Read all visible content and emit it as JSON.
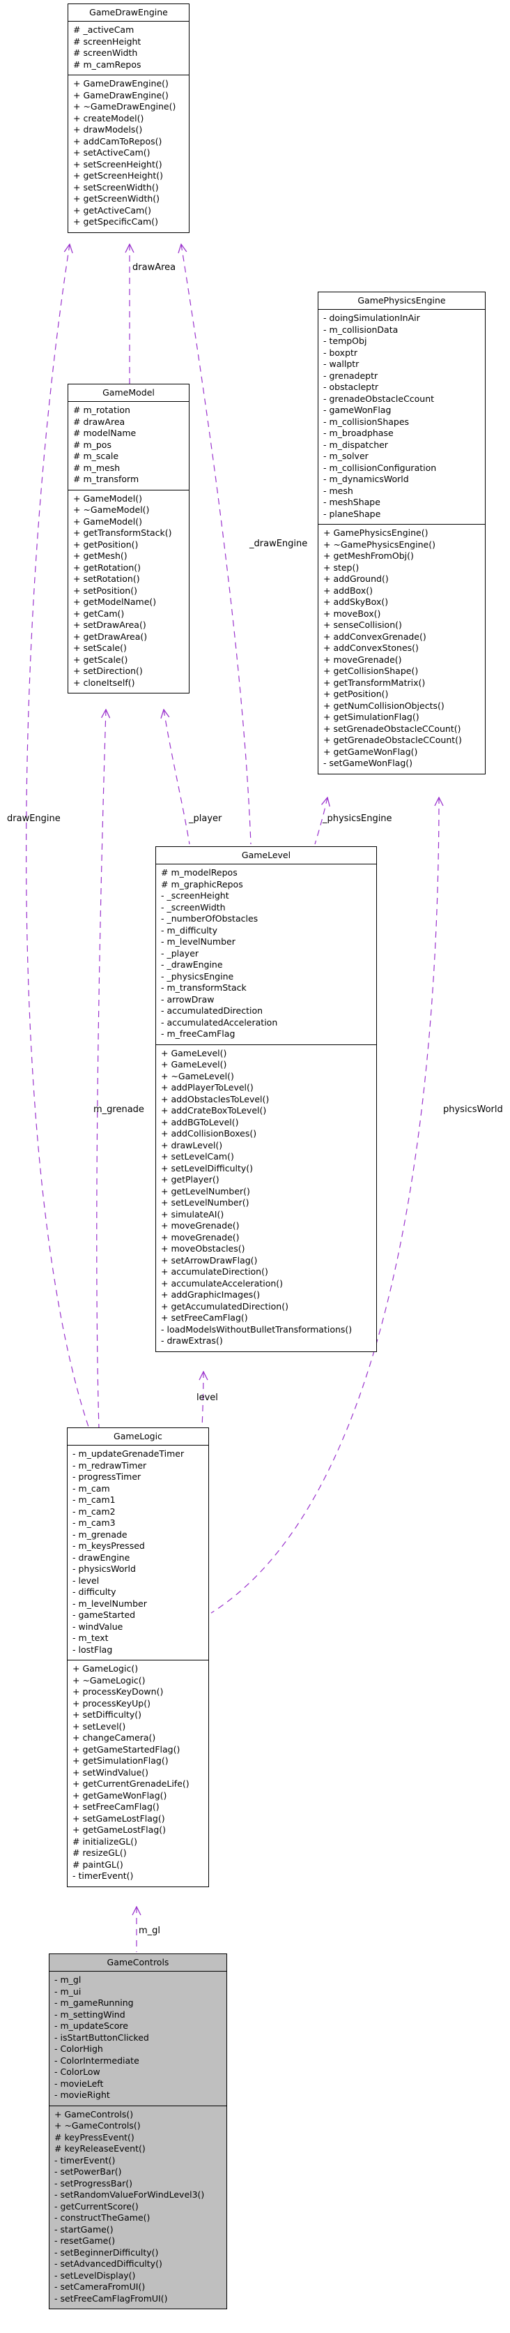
{
  "classes": {
    "GameDrawEngine": {
      "name": "GameDrawEngine",
      "attributes": [
        "# _activeCam",
        "# screenHeight",
        "# screenWidth",
        "# m_camRepos"
      ],
      "operations": [
        "+ GameDrawEngine()",
        "+ GameDrawEngine()",
        "+ ~GameDrawEngine()",
        "+ createModel()",
        "+ drawModels()",
        "+ addCamToRepos()",
        "+ setActiveCam()",
        "+ setScreenHeight()",
        "+ getScreenHeight()",
        "+ setScreenWidth()",
        "+ getScreenWidth()",
        "+ getActiveCam()",
        "+ getSpecificCam()"
      ]
    },
    "GameModel": {
      "name": "GameModel",
      "attributes": [
        "# m_rotation",
        "# drawArea",
        "# modelName",
        "# m_pos",
        "# m_scale",
        "# m_mesh",
        "# m_transform"
      ],
      "operations": [
        "+ GameModel()",
        "+ ~GameModel()",
        "+ GameModel()",
        "+ getTransformStack()",
        "+ getPosition()",
        "+ getMesh()",
        "+ getRotation()",
        "+ setRotation()",
        "+ setPosition()",
        "+ getModelName()",
        "+ getCam()",
        "+ setDrawArea()",
        "+ getDrawArea()",
        "+ setScale()",
        "+ getScale()",
        "+ setDirection()",
        "+ cloneItself()"
      ]
    },
    "GamePhysicsEngine": {
      "name": "GamePhysicsEngine",
      "attributes": [
        "- doingSimulationInAir",
        "- m_collisionData",
        "- tempObj",
        "- boxptr",
        "- wallptr",
        "- grenadeptr",
        "- obstacleptr",
        "- grenadeObstacleCcount",
        "- gameWonFlag",
        "- m_collisionShapes",
        "- m_broadphase",
        "- m_dispatcher",
        "- m_solver",
        "- m_collisionConfiguration",
        "- m_dynamicsWorld",
        "- mesh",
        "- meshShape",
        "- planeShape"
      ],
      "operations": [
        "+ GamePhysicsEngine()",
        "+ ~GamePhysicsEngine()",
        "+ getMeshFromObj()",
        "+ step()",
        "+ addGround()",
        "+ addBox()",
        "+ addSkyBox()",
        "+ moveBox()",
        "+ senseCollision()",
        "+ addConvexGrenade()",
        "+ addConvexStones()",
        "+ moveGrenade()",
        "+ getCollisionShape()",
        "+ getTransformMatrix()",
        "+ getPosition()",
        "+ getNumCollisionObjects()",
        "+ getSimulationFlag()",
        "+ setGrenadeObstacleCCount()",
        "+ getGrenadeObstacleCCount()",
        "+ getGameWonFlag()",
        "- setGameWonFlag()"
      ]
    },
    "GameLevel": {
      "name": "GameLevel",
      "attributes": [
        "# m_modelRepos",
        "# m_graphicRepos",
        "- _screenHeight",
        "- _screenWidth",
        "- _numberOfObstacles",
        "- m_difficulty",
        "- m_levelNumber",
        "- _player",
        "- _drawEngine",
        "- _physicsEngine",
        "- m_transformStack",
        "- arrowDraw",
        "- accumulatedDirection",
        "- accumulatedAcceleration",
        "- m_freeCamFlag"
      ],
      "operations": [
        "+ GameLevel()",
        "+ GameLevel()",
        "+ ~GameLevel()",
        "+ addPlayerToLevel()",
        "+ addObstaclesToLevel()",
        "+ addCrateBoxToLevel()",
        "+ addBGToLevel()",
        "+ addCollisionBoxes()",
        "+ drawLevel()",
        "+ setLevelCam()",
        "+ setLevelDifficulty()",
        "+ getPlayer()",
        "+ getLevelNumber()",
        "+ setLevelNumber()",
        "+ simulateAI()",
        "+ moveGrenade()",
        "+ moveGrenade()",
        "+ moveObstacles()",
        "+ setArrowDrawFlag()",
        "+ accumulateDirection()",
        "+ accumulateAcceleration()",
        "+ addGraphicImages()",
        "+ getAccumulatedDirection()",
        "+ setFreeCamFlag()",
        "- loadModelsWithoutBulletTransformations()",
        "- drawExtras()"
      ]
    },
    "GameLogic": {
      "name": "GameLogic",
      "attributes": [
        "- m_updateGrenadeTimer",
        "- m_redrawTimer",
        "- progressTimer",
        "- m_cam",
        "- m_cam1",
        "- m_cam2",
        "- m_cam3",
        "- m_grenade",
        "- m_keysPressed",
        "- drawEngine",
        "- physicsWorld",
        "- level",
        "- difficulty",
        "- m_levelNumber",
        "- gameStarted",
        "- windValue",
        "- m_text",
        "- lostFlag"
      ],
      "operations": [
        "+ GameLogic()",
        "+ ~GameLogic()",
        "+ processKeyDown()",
        "+ processKeyUp()",
        "+ setDifficulty()",
        "+ setLevel()",
        "+ changeCamera()",
        "+ getGameStartedFlag()",
        "+ getSimulationFlag()",
        "+ setWindValue()",
        "+ getCurrentGrenadeLife()",
        "+ getGameWonFlag()",
        "+ setFreeCamFlag()",
        "+ setGameLostFlag()",
        "+ getGameLostFlag()",
        "# initializeGL()",
        "# resizeGL()",
        "# paintGL()",
        "- timerEvent()"
      ]
    },
    "GameControls": {
      "name": "GameControls",
      "attributes": [
        "- m_gl",
        "- m_ui",
        "- m_gameRunning",
        "- m_settingWind",
        "- m_updateScore",
        "- isStartButtonClicked",
        "- ColorHigh",
        "- ColorIntermediate",
        "- ColorLow",
        "- movieLeft",
        "- movieRight"
      ],
      "operations": [
        "+ GameControls()",
        "+ ~GameControls()",
        "# keyPressEvent()",
        "# keyReleaseEvent()",
        "- timerEvent()",
        "- setPowerBar()",
        "- setProgressBar()",
        "- setRandomValueForWindLevel3()",
        "- getCurrentScore()",
        "- constructTheGame()",
        "- startGame()",
        "- resetGame()",
        "- setBeginnerDifficulty()",
        "- setAdvancedDifficulty()",
        "- setLevelDisplay()",
        "- setCameraFromUI()",
        "- setFreeCamFlagFromUI()"
      ]
    }
  },
  "edge_labels": {
    "drawArea": "drawArea",
    "drawEngine_level": "_drawEngine",
    "player": "_player",
    "physicsEngine": "_physicsEngine",
    "drawEngine_logic": "drawEngine",
    "m_grenade": "m_grenade",
    "physicsWorld": "physicsWorld",
    "level": "level",
    "m_gl": "m_gl"
  },
  "colors": {
    "edge": "#9a32cd",
    "highlight_fill": "#bfbfbf"
  }
}
